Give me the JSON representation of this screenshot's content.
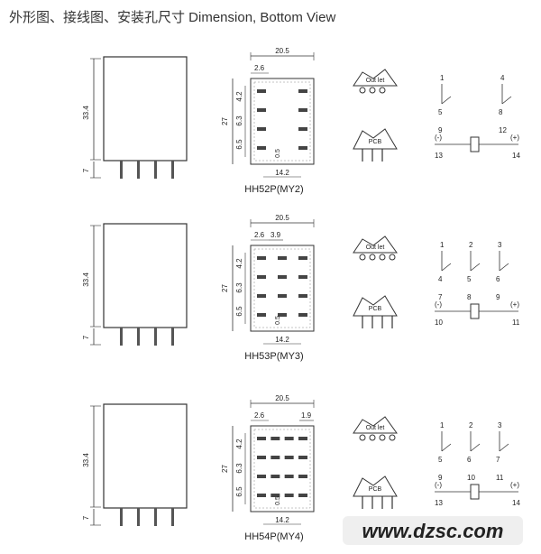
{
  "title": "外形图、接线图、安装孔尺寸 Dimension, Bottom View",
  "watermark": "www.dzsc.com",
  "dims": {
    "height": "33.4",
    "pin": "7",
    "width": "20.5",
    "depth": "27",
    "pitch_a": "2.6",
    "pitch_b": "3.9",
    "pitch_c": "1.9",
    "row_a": "4.2",
    "row_b": "6.3",
    "row_c": "6.5",
    "small": "0.5",
    "base": "14.2"
  },
  "labels": {
    "outlet": "Out let",
    "pcb": "PCB",
    "neg": "(-)",
    "pos": "(+)"
  },
  "models": [
    {
      "name": "HH52P(MY2)",
      "coil": [
        "13",
        "14"
      ],
      "contacts": [
        [
          "1",
          "5",
          "9"
        ],
        [
          "4",
          "8",
          "12"
        ]
      ]
    },
    {
      "name": "HH53P(MY3)",
      "coil": [
        "10",
        "11"
      ],
      "contacts": [
        [
          "1",
          "4",
          "7"
        ],
        [
          "2",
          "5",
          "8"
        ],
        [
          "3",
          "6",
          "9"
        ]
      ]
    },
    {
      "name": "HH54P(MY4)",
      "coil": [
        "13",
        "14"
      ],
      "contacts": [
        [
          "1",
          "5",
          "9"
        ],
        [
          "2",
          "6",
          "10"
        ],
        [
          "3",
          "7",
          "11"
        ]
      ]
    }
  ],
  "colors": {
    "line": "#333333",
    "pin": "#555555",
    "background": "#ffffff"
  }
}
